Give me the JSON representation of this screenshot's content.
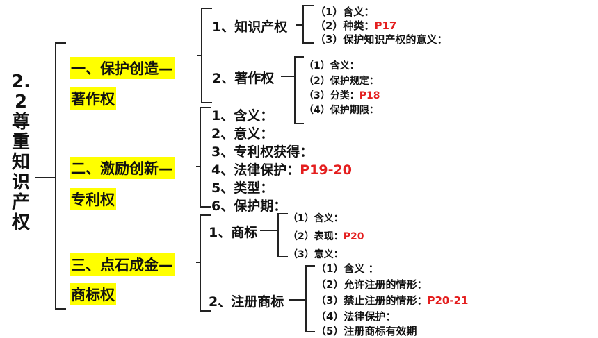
{
  "title_chars": [
    "2.",
    "2",
    "尊",
    "重",
    "知",
    "识",
    "产",
    "权"
  ],
  "sections": {
    "s1": {
      "line1": "一、保护创造—",
      "line2": "著作权"
    },
    "s2": {
      "line1": "二、激励创新—",
      "line2": "专利权"
    },
    "s3": {
      "line1": "三、点石成金—",
      "line2": "商标权"
    }
  },
  "s1_sub": {
    "ip": {
      "label": "1、知识产权",
      "items": [
        "（1）含义：",
        "（2）种类：",
        "（3）保护知识产权的意义："
      ],
      "ref2": "P17"
    },
    "copyright": {
      "label": "2、著作权",
      "items": [
        "（1）含义：",
        "（2）保护规定：",
        "（3）分类：",
        "（4）保护期限："
      ],
      "ref3": "P18"
    }
  },
  "s2_items": [
    "1、含义：",
    "2、意义：",
    "3、专利权获得：",
    "4、法律保护：",
    "5、类型：",
    "6、保护期："
  ],
  "s2_ref4": "P19-20",
  "s3_sub": {
    "tm": {
      "label": "1、商标",
      "items": [
        "（1）含义：",
        "（2）表现：",
        "（3）意义："
      ],
      "ref2": "P20"
    },
    "reg": {
      "label": "2、注册商标",
      "items": [
        "（1）含义 ：",
        "（2）允许注册的情形：",
        "（3）禁止注册的情形：",
        "（4）法律保护：",
        "（5）注册商标有效期"
      ],
      "ref3": "P20-21"
    }
  }
}
